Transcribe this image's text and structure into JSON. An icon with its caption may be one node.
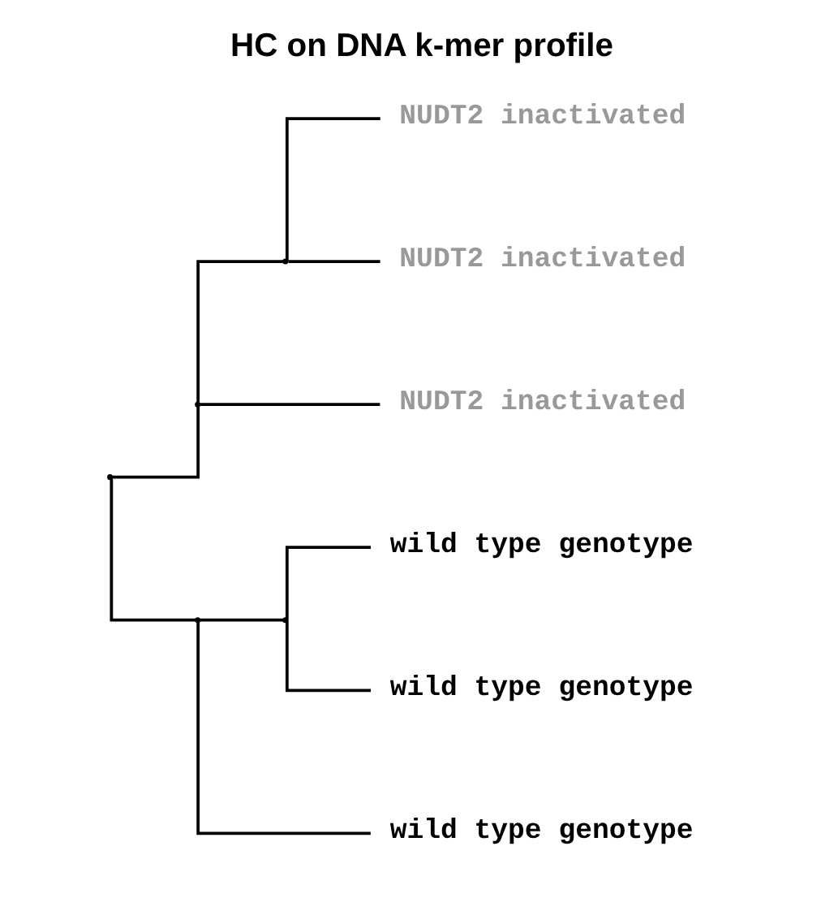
{
  "diagram": {
    "title": "HC on DNA k-mer profile",
    "nodes": [
      {
        "text": [],
        "shape": "point"
      },
      {
        "text": [],
        "shape": "point"
      },
      {
        "text": [],
        "shape": "point"
      },
      {
        "text": [
          "NUDT2 inactivated"
        ]
      },
      {
        "text": [
          "NUDT2 inactivated"
        ]
      },
      {
        "text": [
          "NUDT2 inactivated"
        ]
      },
      {
        "text": [],
        "shape": "point"
      },
      {
        "text": [],
        "shape": "point"
      },
      {
        "text": [
          "wild type genotype"
        ]
      },
      {
        "text": [
          "wild type genotype"
        ]
      },
      {
        "text": [
          "wild type genotype"
        ]
      }
    ],
    "edges": [
      {
        "from": 0,
        "to": 1,
        "arrow": "none"
      },
      {
        "from": 1,
        "to": 2,
        "arrow": "none"
      },
      {
        "from": 2,
        "to": 3,
        "arrow": "none"
      },
      {
        "from": 2,
        "to": 4,
        "arrow": "none"
      },
      {
        "from": 1,
        "to": 5,
        "arrow": "none"
      },
      {
        "from": 0,
        "to": 6,
        "arrow": "none"
      },
      {
        "from": 6,
        "to": 7,
        "arrow": "none"
      },
      {
        "from": 7,
        "to": 8,
        "arrow": "none"
      },
      {
        "from": 7,
        "to": 9,
        "arrow": "none"
      },
      {
        "from": 6,
        "to": 10,
        "arrow": "none"
      }
    ]
  }
}
